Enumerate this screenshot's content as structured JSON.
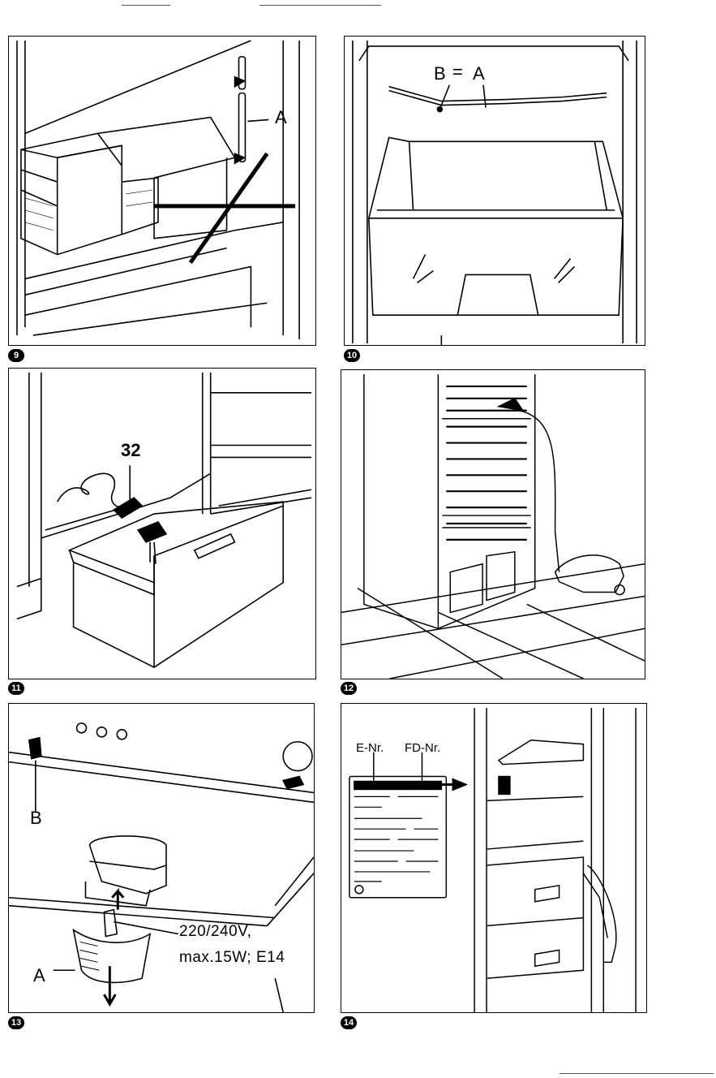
{
  "figures": [
    {
      "number": "9",
      "labels": {
        "a": "A"
      }
    },
    {
      "number": "10",
      "labels": {
        "b": "B",
        "a": "A"
      }
    },
    {
      "number": "11",
      "labels": {
        "part": "32"
      }
    },
    {
      "number": "12",
      "labels": {}
    },
    {
      "number": "13",
      "labels": {
        "b": "B",
        "a": "A",
        "spec_line1": "220/240V,",
        "spec_line2": "max.15W; E14"
      }
    },
    {
      "number": "14",
      "labels": {
        "enr": "E-Nr.",
        "fdnr": "FD-Nr."
      }
    }
  ],
  "icons": [
    "refrigerator-shelf-illustration",
    "crisper-drawer-illustration",
    "defrost-drain-illustration",
    "vacuum-coil-illustration",
    "lamp-replacement-illustration",
    "rating-plate-illustration"
  ]
}
